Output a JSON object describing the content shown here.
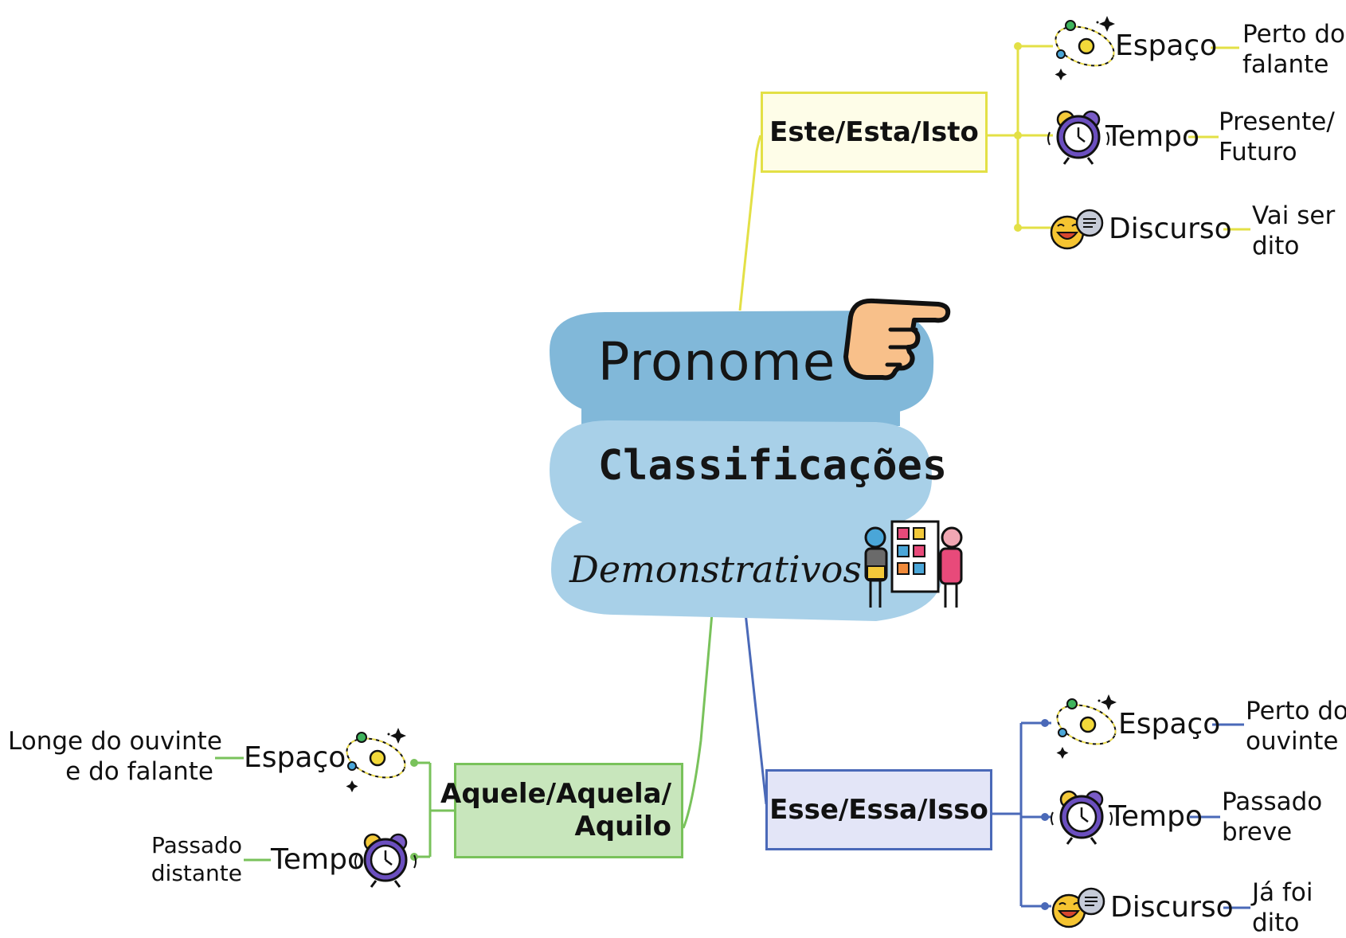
{
  "center": {
    "title": "Pronome",
    "subtitle": "Classificações",
    "category": "Demonstrativos",
    "title_icon": "pointing-hand-icon",
    "category_icon": "people-at-board-icon"
  },
  "branches": [
    {
      "label": "Este/Esta/Isto",
      "color": "#e3e046",
      "items": [
        {
          "label": "Espaço",
          "icon": "orbit-stars-icon",
          "note": "Perto do\nfalante"
        },
        {
          "label": "Tempo",
          "icon": "alarm-clock-icon",
          "note": "Presente/\nFuturo"
        },
        {
          "label": "Discurso",
          "icon": "laughing-speech-icon",
          "note": "Vai ser\ndito"
        }
      ]
    },
    {
      "label": "Esse/Essa/Isso",
      "color": "#4a69b8",
      "items": [
        {
          "label": "Espaço",
          "icon": "orbit-stars-icon",
          "note": "Perto do\nouvinte"
        },
        {
          "label": "Tempo",
          "icon": "alarm-clock-icon",
          "note": "Passado\nbreve"
        },
        {
          "label": "Discurso",
          "icon": "laughing-speech-icon",
          "note": "Já foi\ndito"
        }
      ]
    },
    {
      "label": "Aquele/Aquela/\nAquilo",
      "color": "#79c25b",
      "items": [
        {
          "label": "Espaço",
          "icon": "orbit-stars-icon",
          "note": "Longe do ouvinte\ne do falante"
        },
        {
          "label": "Tempo",
          "icon": "alarm-clock-icon",
          "note": "Passado\ndistante"
        }
      ]
    }
  ],
  "colors": {
    "blob_dark": "#81b8d9",
    "blob_light": "#a8d0e8",
    "yellow": "#e3e046",
    "blue": "#4a69b8",
    "green": "#79c25b"
  }
}
